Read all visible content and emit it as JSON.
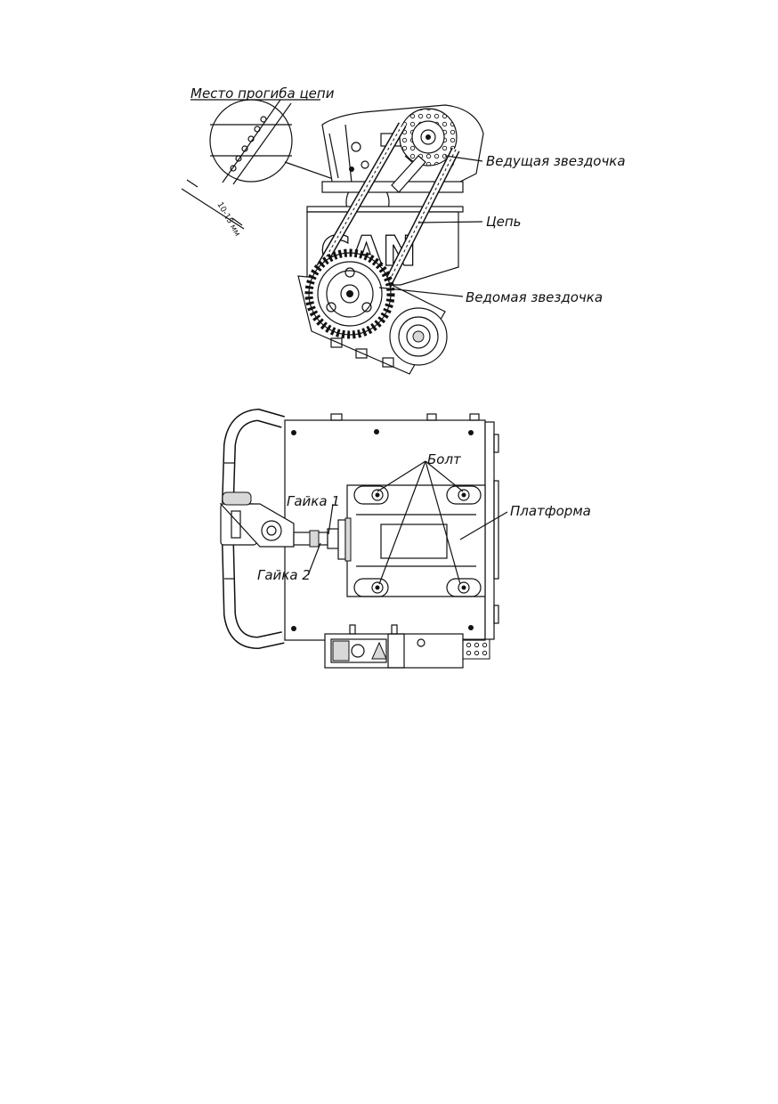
{
  "figure1": {
    "labels": {
      "chain_bend_point": "Место прогиба цепи",
      "drive_sprocket": "Ведущая звездочка",
      "chain": "Цепь",
      "driven_sprocket": "Ведомая звездочка",
      "deflection": "10-15 мм"
    }
  },
  "figure2": {
    "labels": {
      "bolt": "Болт",
      "nut1": "Гайка 1",
      "nut2": "Гайка 2",
      "platform": "Платформа"
    }
  }
}
